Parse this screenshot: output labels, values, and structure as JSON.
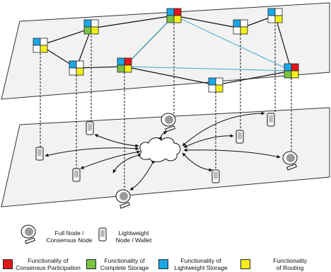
{
  "colors": {
    "consensus": "#e8151b",
    "complete_storage": "#7cc243",
    "lightweight_storage": "#1aa8e8",
    "routing": "#f4ef1a",
    "plane_fill": "#f2f2f2",
    "cross_link": "#3fa6c9"
  },
  "icons": [
    "full-node-computer-icon",
    "lightweight-phone-icon",
    "internet-cloud-icon"
  ],
  "legend": {
    "full_node": [
      "Full Node /",
      "Consensus Node"
    ],
    "lightweight_node": [
      "Lightweight",
      "Node / Wallet"
    ],
    "functions": [
      {
        "key": "consensus",
        "lines": [
          "Functionality of",
          "Consensus  Participation"
        ]
      },
      {
        "key": "complete_storage",
        "lines": [
          "Functionality of",
          "Complete Storage"
        ]
      },
      {
        "key": "lightweight_storage",
        "lines": [
          "Functionality of",
          "Lightweight Storage"
        ]
      },
      {
        "key": "routing",
        "lines": [
          "Functionality",
          "of Routing"
        ]
      }
    ]
  }
}
